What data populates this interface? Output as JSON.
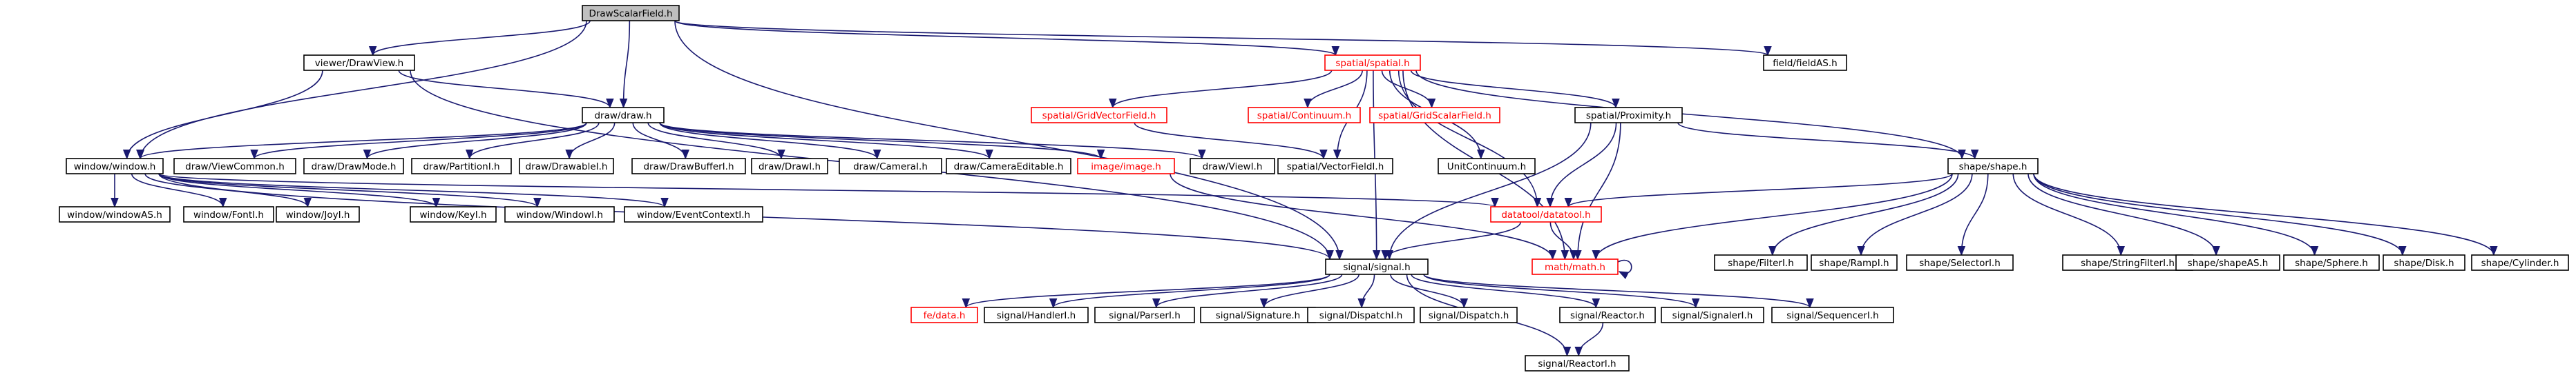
{
  "graph": {
    "edge_color": "#191970",
    "root_fill": "#bfbfbf",
    "missing_color": "#ff0000",
    "nodes": [
      {
        "id": "root",
        "label": "DrawScalarField.h",
        "kind": "root"
      },
      {
        "id": "viewer",
        "label": "viewer/DrawView.h",
        "kind": "normal"
      },
      {
        "id": "spatial",
        "label": "spatial/spatial.h",
        "kind": "missing"
      },
      {
        "id": "fieldAS",
        "label": "field/fieldAS.h",
        "kind": "normal"
      },
      {
        "id": "draw",
        "label": "draw/draw.h",
        "kind": "normal"
      },
      {
        "id": "gridvec",
        "label": "spatial/GridVectorField.h",
        "kind": "missing"
      },
      {
        "id": "continuum",
        "label": "spatial/Continuum.h",
        "kind": "missing"
      },
      {
        "id": "gridscal",
        "label": "spatial/GridScalarField.h",
        "kind": "missing"
      },
      {
        "id": "proximity",
        "label": "spatial/Proximity.h",
        "kind": "normal"
      },
      {
        "id": "window",
        "label": "window/window.h",
        "kind": "normal"
      },
      {
        "id": "viewcommon",
        "label": "draw/ViewCommon.h",
        "kind": "normal"
      },
      {
        "id": "drawmode",
        "label": "draw/DrawMode.h",
        "kind": "normal"
      },
      {
        "id": "partition",
        "label": "draw/PartitionI.h",
        "kind": "normal"
      },
      {
        "id": "drawable",
        "label": "draw/DrawableI.h",
        "kind": "normal"
      },
      {
        "id": "drawbuffer",
        "label": "draw/DrawBufferI.h",
        "kind": "normal"
      },
      {
        "id": "drawi",
        "label": "draw/DrawI.h",
        "kind": "normal"
      },
      {
        "id": "camera",
        "label": "draw/CameraI.h",
        "kind": "normal"
      },
      {
        "id": "cameraedit",
        "label": "draw/CameraEditable.h",
        "kind": "normal"
      },
      {
        "id": "image",
        "label": "image/image.h",
        "kind": "missing"
      },
      {
        "id": "viewi",
        "label": "draw/ViewI.h",
        "kind": "normal"
      },
      {
        "id": "vecfield",
        "label": "spatial/VectorFieldI.h",
        "kind": "normal"
      },
      {
        "id": "unitcont",
        "label": "UnitContinuum.h",
        "kind": "normal"
      },
      {
        "id": "shape",
        "label": "shape/shape.h",
        "kind": "normal"
      },
      {
        "id": "windowAS",
        "label": "window/windowAS.h",
        "kind": "normal"
      },
      {
        "id": "font",
        "label": "window/FontI.h",
        "kind": "normal"
      },
      {
        "id": "joy",
        "label": "window/JoyI.h",
        "kind": "normal"
      },
      {
        "id": "key",
        "label": "window/KeyI.h",
        "kind": "normal"
      },
      {
        "id": "windowi",
        "label": "window/WindowI.h",
        "kind": "normal"
      },
      {
        "id": "eventctx",
        "label": "window/EventContextI.h",
        "kind": "normal"
      },
      {
        "id": "datatool",
        "label": "datatool/datatool.h",
        "kind": "missing"
      },
      {
        "id": "filter",
        "label": "shape/FilterI.h",
        "kind": "normal"
      },
      {
        "id": "ramp",
        "label": "shape/RampI.h",
        "kind": "normal"
      },
      {
        "id": "selector",
        "label": "shape/SelectorI.h",
        "kind": "normal"
      },
      {
        "id": "stringfilter",
        "label": "shape/StringFilterI.h",
        "kind": "normal"
      },
      {
        "id": "shapeAS",
        "label": "shape/shapeAS.h",
        "kind": "normal"
      },
      {
        "id": "sphere",
        "label": "shape/Sphere.h",
        "kind": "normal"
      },
      {
        "id": "disk",
        "label": "shape/Disk.h",
        "kind": "normal"
      },
      {
        "id": "cylinder",
        "label": "shape/Cylinder.h",
        "kind": "normal"
      },
      {
        "id": "math",
        "label": "math/math.h",
        "kind": "missing"
      },
      {
        "id": "signal",
        "label": "signal/signal.h",
        "kind": "normal"
      },
      {
        "id": "fedata",
        "label": "fe/data.h",
        "kind": "missing"
      },
      {
        "id": "handler",
        "label": "signal/HandlerI.h",
        "kind": "normal"
      },
      {
        "id": "parser",
        "label": "signal/ParserI.h",
        "kind": "normal"
      },
      {
        "id": "signature",
        "label": "signal/Signature.h",
        "kind": "normal"
      },
      {
        "id": "dispatchi",
        "label": "signal/DispatchI.h",
        "kind": "normal"
      },
      {
        "id": "dispatch",
        "label": "signal/Dispatch.h",
        "kind": "normal"
      },
      {
        "id": "reactorh",
        "label": "signal/Reactor.h",
        "kind": "normal"
      },
      {
        "id": "signaleri",
        "label": "signal/SignalerI.h",
        "kind": "normal"
      },
      {
        "id": "sequenceri",
        "label": "signal/SequencerI.h",
        "kind": "normal"
      },
      {
        "id": "reactori",
        "label": "signal/ReactorI.h",
        "kind": "normal"
      }
    ],
    "edges": [
      [
        "root",
        "viewer"
      ],
      [
        "root",
        "spatial"
      ],
      [
        "root",
        "fieldAS"
      ],
      [
        "root",
        "draw"
      ],
      [
        "root",
        "window"
      ],
      [
        "root",
        "signal"
      ],
      [
        "viewer",
        "draw"
      ],
      [
        "viewer",
        "window"
      ],
      [
        "viewer",
        "signal"
      ],
      [
        "spatial",
        "gridvec"
      ],
      [
        "spatial",
        "continuum"
      ],
      [
        "spatial",
        "gridscal"
      ],
      [
        "spatial",
        "proximity"
      ],
      [
        "spatial",
        "vecfield"
      ],
      [
        "spatial",
        "unitcont"
      ],
      [
        "spatial",
        "shape"
      ],
      [
        "spatial",
        "datatool"
      ],
      [
        "spatial",
        "math"
      ],
      [
        "spatial",
        "signal"
      ],
      [
        "draw",
        "window"
      ],
      [
        "draw",
        "viewcommon"
      ],
      [
        "draw",
        "drawmode"
      ],
      [
        "draw",
        "partition"
      ],
      [
        "draw",
        "drawable"
      ],
      [
        "draw",
        "drawbuffer"
      ],
      [
        "draw",
        "drawi"
      ],
      [
        "draw",
        "camera"
      ],
      [
        "draw",
        "cameraedit"
      ],
      [
        "draw",
        "image"
      ],
      [
        "draw",
        "viewi"
      ],
      [
        "gridvec",
        "vecfield"
      ],
      [
        "proximity",
        "shape"
      ],
      [
        "proximity",
        "datatool"
      ],
      [
        "proximity",
        "math"
      ],
      [
        "proximity",
        "signal"
      ],
      [
        "window",
        "windowAS"
      ],
      [
        "window",
        "font"
      ],
      [
        "window",
        "joy"
      ],
      [
        "window",
        "key"
      ],
      [
        "window",
        "windowi"
      ],
      [
        "window",
        "eventctx"
      ],
      [
        "window",
        "datatool"
      ],
      [
        "window",
        "signal"
      ],
      [
        "image",
        "math"
      ],
      [
        "shape",
        "datatool"
      ],
      [
        "shape",
        "filter"
      ],
      [
        "shape",
        "ramp"
      ],
      [
        "shape",
        "selector"
      ],
      [
        "shape",
        "stringfilter"
      ],
      [
        "shape",
        "shapeAS"
      ],
      [
        "shape",
        "sphere"
      ],
      [
        "shape",
        "disk"
      ],
      [
        "shape",
        "cylinder"
      ],
      [
        "shape",
        "math"
      ],
      [
        "datatool",
        "math"
      ],
      [
        "datatool",
        "signal"
      ],
      [
        "math",
        "math"
      ],
      [
        "signal",
        "fedata"
      ],
      [
        "signal",
        "handler"
      ],
      [
        "signal",
        "parser"
      ],
      [
        "signal",
        "signature"
      ],
      [
        "signal",
        "dispatchi"
      ],
      [
        "signal",
        "dispatch"
      ],
      [
        "signal",
        "reactorh"
      ],
      [
        "signal",
        "signaleri"
      ],
      [
        "signal",
        "sequenceri"
      ],
      [
        "signal",
        "reactori"
      ],
      [
        "reactorh",
        "reactori"
      ]
    ]
  }
}
